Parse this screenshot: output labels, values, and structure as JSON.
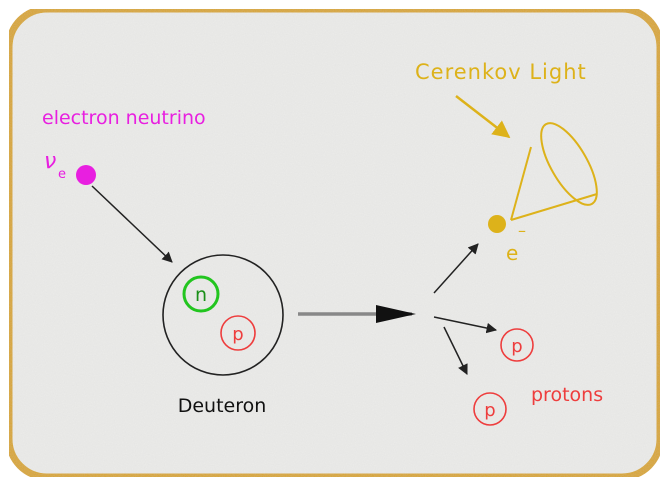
{
  "colors": {
    "frame": "#d9a51c",
    "paper": "#ececea",
    "neutrino": "#e81fe0",
    "neutron": "#22c51f",
    "proton": "#ee3d3d",
    "electron": "#ddb21a",
    "arrow": "#222222"
  },
  "labels": {
    "neutrino_text": "electron neutrino",
    "neutrino_symbol": "ν",
    "neutrino_subscript": "e",
    "neutron": "n",
    "proton": "p",
    "deuteron": "Deuteron",
    "cerenkov": "Cerenkov Light",
    "electron": "e",
    "electron_sign": "–",
    "protons": "protons"
  }
}
